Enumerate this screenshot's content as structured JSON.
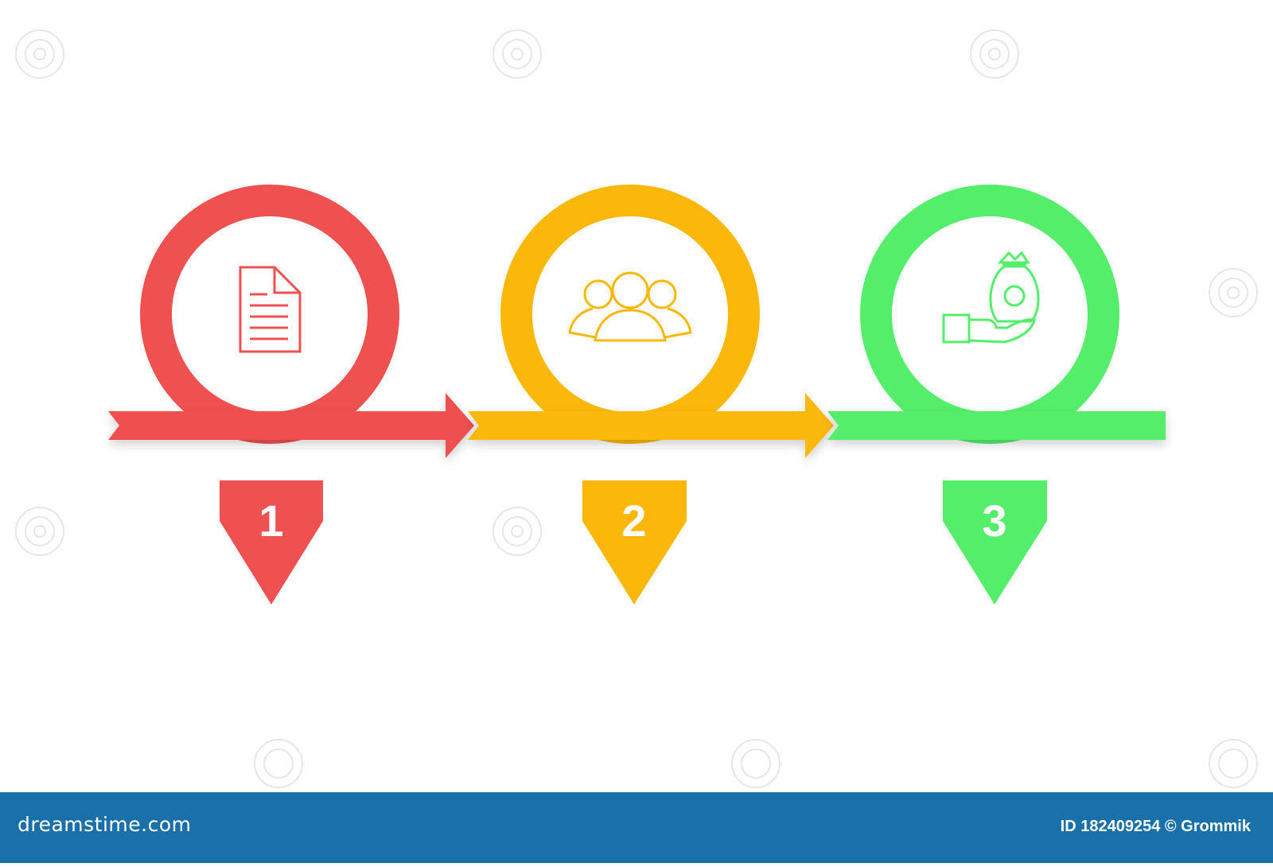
{
  "colors": {
    "step1": "#ef5050",
    "step2": "#fbb80a",
    "step3": "#55ee6a",
    "footer_bg": "#1a70a8",
    "background": "#ffffff"
  },
  "steps": [
    {
      "number": "1",
      "icon": "document-icon",
      "color": "#ef5050"
    },
    {
      "number": "2",
      "icon": "team-icon",
      "color": "#fbb80a"
    },
    {
      "number": "3",
      "icon": "money-bag-hand-icon",
      "color": "#55ee6a"
    }
  ],
  "footer": {
    "brand": "dreamstime.com",
    "id_text": "ID 182409254 © Grommik"
  }
}
